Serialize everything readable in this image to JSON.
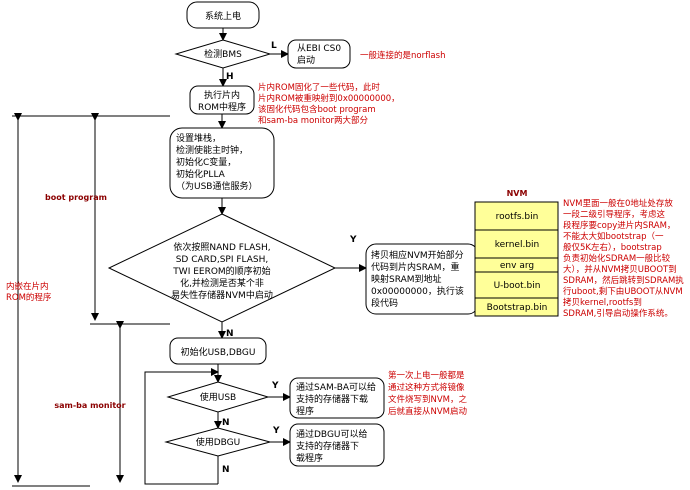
{
  "nodes": {
    "power_on": "系统上电",
    "check_bms": "检测BMS",
    "ebi_boot": [
      "从EBI CS0",
      "启动"
    ],
    "exec_rom": [
      "执行片内",
      "ROM中程序"
    ],
    "setup": [
      "设置堆栈，",
      "检测使能主时钟，",
      "初始化C变量，",
      "初始化PLLA",
      "（为USB通信服务）"
    ],
    "probe": [
      "依次按照NAND FLASH,",
      "SD CARD,SPI FLASH,",
      "TWI EEROM的顺序初始",
      "化,并检测是否某个非",
      "易失性存储器NVM中启动"
    ],
    "copy_nvm": [
      "拷贝相应NVM开始部分",
      "代码到片内SRAM，重",
      "映射SRAM到地址",
      "0x00000000，执行该",
      "段代码"
    ],
    "init_usb": "初始化USB,DBGU",
    "use_usb": "使用USB",
    "use_dbgu": "使用DBGU",
    "samba_usb": [
      "通过SAM-BA可以给",
      "支持的存储器下载",
      "程序"
    ],
    "samba_dbgu": [
      "通过DBGU可以给",
      "支持的存储器下",
      "载程序"
    ]
  },
  "edge_labels": {
    "L": "L",
    "H": "H",
    "Y1": "Y",
    "N1": "N",
    "Y2": "Y",
    "N2": "N",
    "Y3": "Y",
    "N3": "N"
  },
  "annotations": {
    "norflash": "一般连接的是norflash",
    "rom_note": [
      "片内ROM固化了一些代码，此时",
      "片内ROM被重映射到0x00000000，",
      "该固化代码包含boot program",
      "和sam-ba monitor两大部分"
    ],
    "nvm_note": [
      "NVM里面一般在0地址处存放",
      "一段二级引导程序，考虑这",
      "段程序要copy进片内SRAM，",
      "不能太大如bootstrap（一",
      "般仅5K左右），bootstrap",
      "负责初始化SDRAM一般比较",
      "大），并从NVM拷贝UBOOT到",
      "SDRAM，然后跳转到SDRAM执",
      "行uboot,剩下由UBOOT从NVM",
      "拷贝kernel,rootfs到",
      "SDRAM,引导启动操作系统。"
    ],
    "download_note": [
      "第一次上电一般都是",
      "通过这种方式将镜像",
      "文件烧写到NVM，之",
      "后就直接从NVM启动"
    ]
  },
  "regions": {
    "boot_program": "boot program",
    "samba_monitor": "sam-ba monitor",
    "rom_program": [
      "内嵌在片内",
      "ROM的程序"
    ]
  },
  "nvm": {
    "title": "NVM",
    "blocks": [
      "rootfs.bin",
      "kernel.bin",
      "env arg",
      "U-boot.bin",
      "Bootstrap.bin"
    ]
  }
}
